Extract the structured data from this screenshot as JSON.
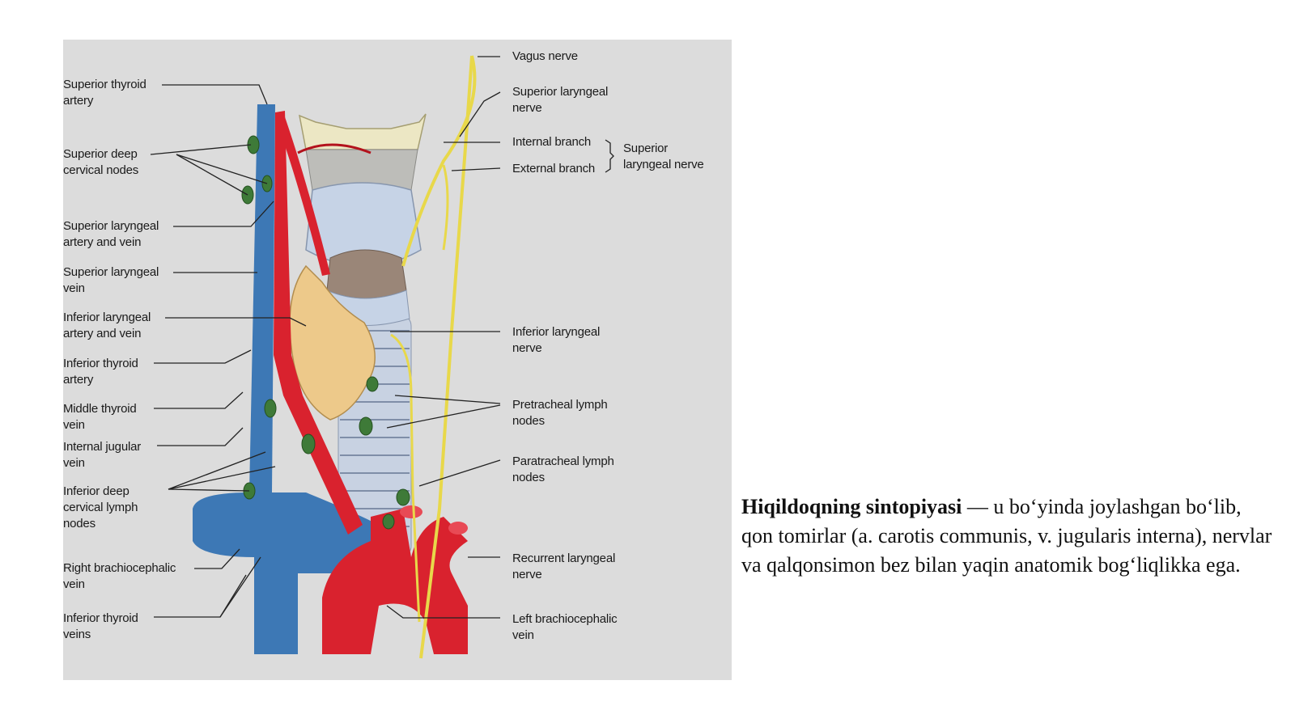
{
  "labels_left": [
    {
      "id": "superior-thyroid-artery",
      "text": "Superior thyroid\nartery"
    },
    {
      "id": "superior-deep-cervical-nodes",
      "text": "Superior deep\ncervical nodes"
    },
    {
      "id": "superior-laryngeal-artery-vein",
      "text": "Superior laryngeal\nartery and vein"
    },
    {
      "id": "superior-laryngeal-vein",
      "text": "Superior laryngeal\nvein"
    },
    {
      "id": "inferior-laryngeal-artery-vein",
      "text": "Inferior laryngeal\nartery and vein"
    },
    {
      "id": "inferior-thyroid-artery",
      "text": "Inferior thyroid\nartery"
    },
    {
      "id": "middle-thyroid-vein",
      "text": "Middle thyroid\nvein"
    },
    {
      "id": "internal-jugular-vein",
      "text": "Internal jugular\nvein"
    },
    {
      "id": "inferior-deep-cervical-lymph-nodes",
      "text": "Inferior deep\ncervical lymph\nnodes"
    },
    {
      "id": "right-brachiocephalic-vein",
      "text": "Right brachiocephalic\nvein"
    },
    {
      "id": "inferior-thyroid-veins",
      "text": "Inferior thyroid\nveins"
    }
  ],
  "labels_right": [
    {
      "id": "vagus-nerve",
      "text": "Vagus nerve"
    },
    {
      "id": "superior-laryngeal-nerve",
      "text": "Superior laryngeal\nnerve"
    },
    {
      "id": "internal-branch",
      "text": "Internal branch"
    },
    {
      "id": "external-branch",
      "text": "External branch"
    },
    {
      "id": "superior-laryngeal-nerve-brace",
      "text": "Superior\nlaryngeal nerve"
    },
    {
      "id": "inferior-laryngeal-nerve",
      "text": "Inferior laryngeal\nnerve"
    },
    {
      "id": "pretracheal-lymph-nodes",
      "text": "Pretracheal lymph\nnodes"
    },
    {
      "id": "paratracheal-lymph-nodes",
      "text": "Paratracheal lymph\nnodes"
    },
    {
      "id": "recurrent-laryngeal-nerve",
      "text": "Recurrent laryngeal\nnerve"
    },
    {
      "id": "left-brachiocephalic-vein",
      "text": "Left brachiocephalic\nvein"
    }
  ],
  "caption": {
    "title": "Hiqildoqning sintopiyasi",
    "body": " — u bo‘yinda joylashgan bo‘lib, qon tomirlar (a. carotis communis, v. jugularis interna), nervlar va qalqonsimon bez bilan yaqin anatomik bog‘liqlikka ega."
  },
  "colors": {
    "vein": "#3d78b5",
    "artery": "#d9222e",
    "nerve": "#e8d84a",
    "node": "#3e7a38",
    "thyroid": "#edc98a",
    "cartilage": "#c6d3e6",
    "background": "#dcdcdc"
  }
}
